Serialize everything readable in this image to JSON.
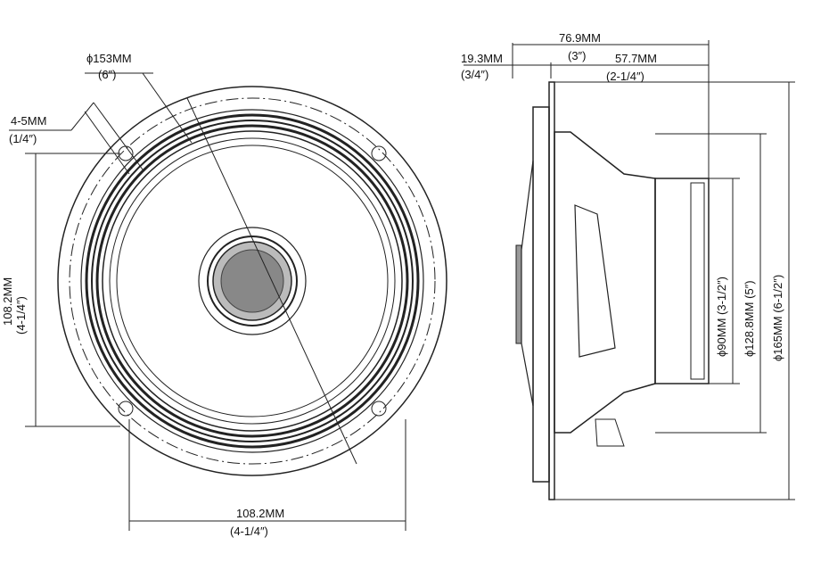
{
  "front_view": {
    "cutout_diameter": {
      "mm": "ϕ153MM",
      "inch": "(6″)"
    },
    "mount_depth": {
      "mm": "4-5MM",
      "inch": "(1/4″)"
    },
    "vertical_hole_spacing": {
      "mm": "108.2MM",
      "inch": "(4-1/4″)"
    },
    "horizontal_hole_spacing": {
      "mm": "108.2MM",
      "inch": "(4-1/4″)"
    }
  },
  "side_view": {
    "total_depth": {
      "mm": "76.9MM",
      "inch": "(3″)"
    },
    "front_protrusion": {
      "mm": "19.3MM",
      "inch": "(3/4″)"
    },
    "mount_depth": {
      "mm": "57.7MM",
      "inch": "(2-1/4″)"
    },
    "magnet_diameter": {
      "mm": "ϕ90MM",
      "inch": "(3-1/2″)"
    },
    "basket_diameter": {
      "mm": "ϕ128.8MM",
      "inch": "(5″)"
    },
    "outer_diameter": {
      "mm": "ϕ165MM",
      "inch": "(6-1/2″)"
    }
  }
}
